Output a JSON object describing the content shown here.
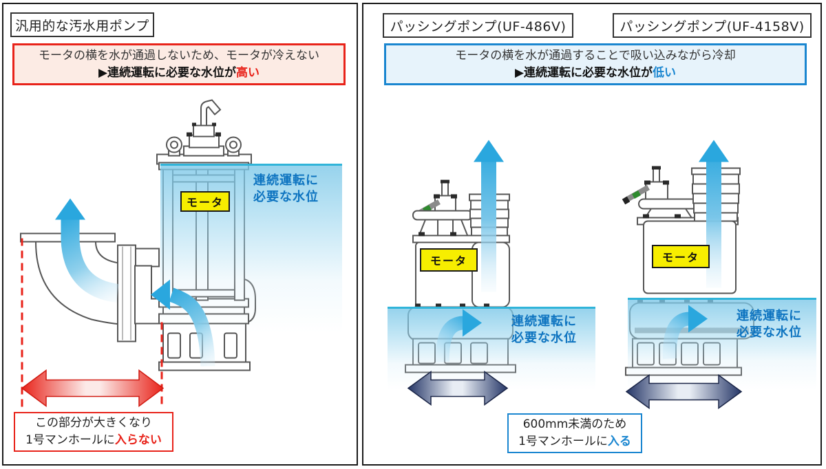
{
  "colors": {
    "accent_red": "#e8231a",
    "accent_blue": "#1a86d0",
    "water_surface_line": "#30b4d9",
    "water_fill": "#a9dcef",
    "motor_label_yellow": "#f7ee00",
    "flow_arrow_blue": "#2aa7de",
    "width_arrow_navy": "#263768"
  },
  "left_panel": {
    "title": "汎用的な汚水用ポンプ",
    "heading": {
      "line1": "モータの横を水が通過しないため、モータが冷えない",
      "line2_prefix": "▶連続運転に必要な水位が",
      "line2_highlight": "高い"
    },
    "motor_label": "モータ",
    "water_level_label": {
      "line1": "連続運転に",
      "line2": "必要な水位"
    },
    "note": {
      "line1": "この部分が大きくなり",
      "line2_prefix": "1号マンホールに",
      "line2_highlight": "入らない"
    }
  },
  "right_panel": {
    "title_pump1": "パッシングポンプ(UF-486V)",
    "title_pump2": "パッシングポンプ(UF-4158V)",
    "heading": {
      "line1": "モータの横を水が通過することで吸い込みながら冷却",
      "line2_prefix": "▶連続運転に必要な水位が",
      "line2_highlight": "低い"
    },
    "pump1": {
      "motor_label": "モータ",
      "water_level_label": {
        "line1": "連続運転に",
        "line2": "必要な水位"
      }
    },
    "pump2": {
      "motor_label": "モータ",
      "water_level_label": {
        "line1": "連続運転に",
        "line2": "必要な水位"
      }
    },
    "note": {
      "line1": "600mm未満のため",
      "line2_prefix": "1号マンホールに",
      "line2_highlight": "入る"
    }
  }
}
